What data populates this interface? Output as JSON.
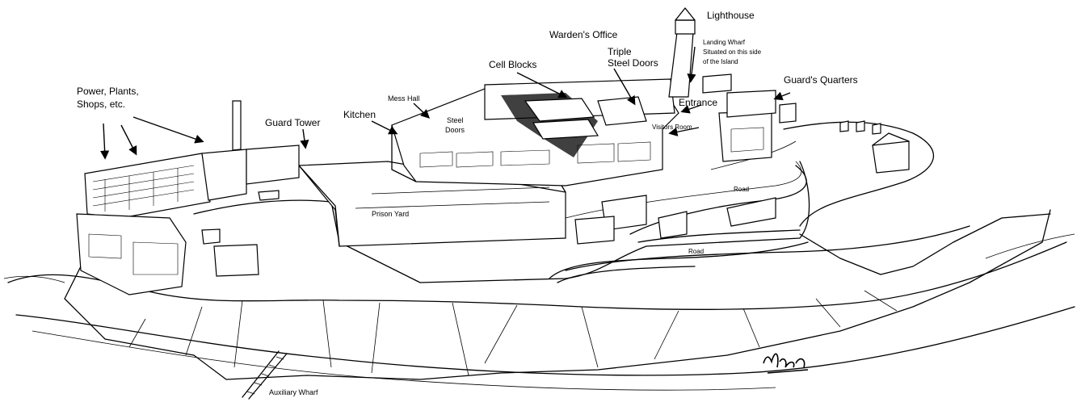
{
  "labels": {
    "lighthouse": "Lighthouse",
    "landing_wharf_1": "Landing Wharf",
    "landing_wharf_2": "Situated on this side",
    "landing_wharf_3": "of the Island",
    "wardens_office": "Warden's Office",
    "triple_steel_doors_1": "Triple",
    "triple_steel_doors_2": "Steel Doors",
    "cell_blocks": "Cell Blocks",
    "mess_hall": "Mess Hall",
    "steel_doors_1": "Steel",
    "steel_doors_2": "Doors",
    "kitchen": "Kitchen",
    "guard_tower": "Guard Tower",
    "power_plants_1": "Power, Plants,",
    "power_plants_2": "Shops, etc.",
    "guards_quarters": "Guard's Quarters",
    "entrance": "Entrance",
    "visitors_room": "Visitors Room",
    "road_upper": "Road",
    "road_lower": "Road",
    "prison_yard": "Prison Yard",
    "auxiliary_wharf": "Auxiliary Wharf"
  }
}
